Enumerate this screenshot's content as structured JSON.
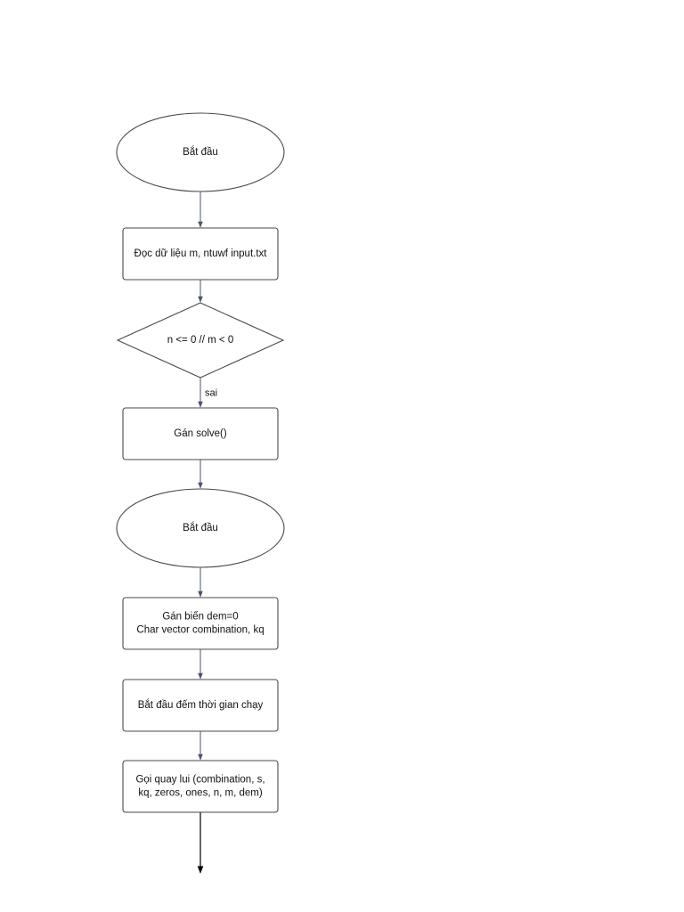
{
  "diagram": {
    "nodes": [
      {
        "id": "start-1",
        "shape": "ellipse",
        "lines": [
          "Bắt đầu"
        ]
      },
      {
        "id": "read-input",
        "shape": "rect",
        "lines": [
          "Đọc dữ liệu m, ntuwf input.txt"
        ]
      },
      {
        "id": "check-condition",
        "shape": "diamond",
        "lines": [
          "n <= 0 // m < 0"
        ]
      },
      {
        "id": "assign-solve",
        "shape": "rect",
        "lines": [
          "Gán solve()"
        ]
      },
      {
        "id": "start-2",
        "shape": "ellipse",
        "lines": [
          "Bắt đầu"
        ]
      },
      {
        "id": "init-vars",
        "shape": "rect",
        "lines": [
          "Gán biến dem=0",
          "Char vector combination, kq"
        ]
      },
      {
        "id": "start-timer",
        "shape": "rect",
        "lines": [
          "Bắt đầu đếm thời gian chạy"
        ]
      },
      {
        "id": "call-backtrack",
        "shape": "rect",
        "lines": [
          "Gọi quay lui (combination, s,",
          "kq, zeros, ones, n, m, dem)"
        ]
      }
    ],
    "edges": [
      {
        "from": "start-1",
        "to": "read-input",
        "label": ""
      },
      {
        "from": "read-input",
        "to": "check-condition",
        "label": ""
      },
      {
        "from": "check-condition",
        "to": "assign-solve",
        "label": "sai"
      },
      {
        "from": "assign-solve",
        "to": "start-2",
        "label": ""
      },
      {
        "from": "start-2",
        "to": "init-vars",
        "label": ""
      },
      {
        "from": "init-vars",
        "to": "start-timer",
        "label": ""
      },
      {
        "from": "start-timer",
        "to": "call-backtrack",
        "label": ""
      },
      {
        "from": "call-backtrack",
        "to": "continuation",
        "label": ""
      }
    ]
  }
}
